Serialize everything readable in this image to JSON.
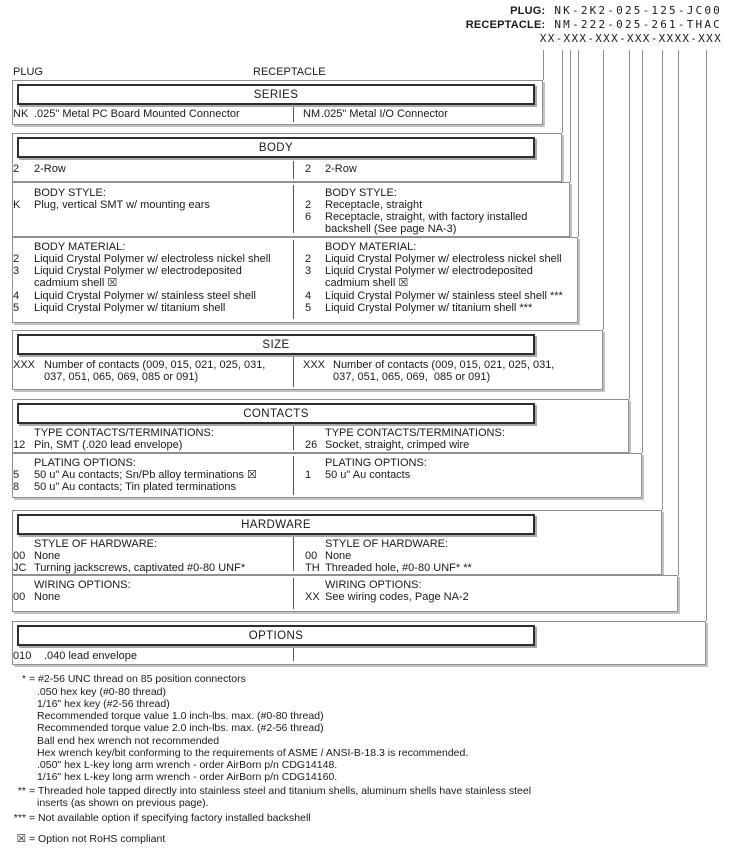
{
  "pn_header": {
    "plug_label": "PLUG:",
    "plug_value": "NK-2K2-025-125-JC00",
    "receptacle_label": "RECEPTACLE:",
    "receptacle_value": "NM-222-025-261-THAC",
    "mask": "XX-XXX-XXX-XXX-XXXX-XXX"
  },
  "column_labels": {
    "left": "PLUG",
    "right": "RECEPTACLE"
  },
  "sections": {
    "series": {
      "title": "SERIES",
      "left": [
        {
          "code": "NK",
          "desc": ".025\" Metal PC Board Mounted Connector"
        }
      ],
      "right": [
        {
          "code": "NM",
          "desc": ".025\" Metal I/O Connector"
        }
      ]
    },
    "body": {
      "title": "BODY",
      "left": [
        {
          "code": "2",
          "desc": "2-Row"
        }
      ],
      "right": [
        {
          "code": "2",
          "desc": "2-Row"
        }
      ]
    },
    "body_style": {
      "subtitle": "BODY STYLE:",
      "left": [
        {
          "code": "K",
          "desc": "Plug, vertical SMT w/ mounting ears"
        }
      ],
      "right": [
        {
          "code": "2",
          "desc": "Receptacle, straight"
        },
        {
          "code": "6",
          "desc": "Receptacle, straight, with factory installed\nbackshell (See page NA-3)"
        }
      ]
    },
    "body_material": {
      "subtitle": "BODY MATERIAL:",
      "left": [
        {
          "code": "2",
          "desc": "Liquid Crystal Polymer w/ electroless nickel shell"
        },
        {
          "code": "3",
          "desc": "Liquid Crystal Polymer w/ electrodeposited\ncadmium shell ☒"
        },
        {
          "code": "4",
          "desc": "Liquid Crystal Polymer w/ stainless steel shell"
        },
        {
          "code": "5",
          "desc": "Liquid Crystal Polymer w/ titanium shell"
        }
      ],
      "right": [
        {
          "code": "2",
          "desc": "Liquid Crystal Polymer w/ electroless nickel shell"
        },
        {
          "code": "3",
          "desc": "Liquid Crystal Polymer w/ electrodeposited\ncadmium shell ☒"
        },
        {
          "code": "4",
          "desc": "Liquid Crystal Polymer w/ stainless steel shell ***"
        },
        {
          "code": "5",
          "desc": "Liquid Crystal Polymer w/ titanium shell ***"
        }
      ]
    },
    "size": {
      "title": "SIZE",
      "left": [
        {
          "code": "XXX",
          "desc": "Number of contacts (009, 015, 021, 025, 031,\n037, 051, 065, 069, 085 or 091)"
        }
      ],
      "right": [
        {
          "code": "XXX",
          "desc": "Number of contacts (009, 015, 021, 025, 031,\n037, 051, 065, 069,  085 or 091)"
        }
      ]
    },
    "contacts_type": {
      "title": "CONTACTS",
      "subtitle": "TYPE CONTACTS/TERMINATIONS:",
      "left": [
        {
          "code": "12",
          "desc": "Pin, SMT (.020 lead envelope)"
        }
      ],
      "right": [
        {
          "code": "26",
          "desc": "Socket, straight, crimped wire"
        }
      ]
    },
    "plating": {
      "subtitle": "PLATING OPTIONS:",
      "left": [
        {
          "code": "5",
          "desc": "50 u\" Au contacts; Sn/Pb alloy terminations ☒"
        },
        {
          "code": "8",
          "desc": "50 u\" Au contacts; Tin plated terminations"
        }
      ],
      "right": [
        {
          "code": "1",
          "desc": "50 u\" Au contacts"
        }
      ]
    },
    "hardware_style": {
      "title": "HARDWARE",
      "subtitle": "STYLE OF HARDWARE:",
      "left": [
        {
          "code": "00",
          "desc": "None"
        },
        {
          "code": "JC",
          "desc": "Turning jackscrews, captivated #0-80 UNF*"
        }
      ],
      "right": [
        {
          "code": "00",
          "desc": "None"
        },
        {
          "code": "TH",
          "desc": "Threaded hole, #0-80 UNF* **"
        }
      ]
    },
    "wiring": {
      "subtitle": "WIRING OPTIONS:",
      "left": [
        {
          "code": "00",
          "desc": "None"
        }
      ],
      "right": [
        {
          "code": "XX",
          "desc": "See wiring codes, Page NA-2"
        }
      ]
    },
    "options": {
      "title": "OPTIONS",
      "left": [
        {
          "code": "010",
          "desc": ".040 lead envelope"
        }
      ],
      "right": []
    }
  },
  "footnotes": [
    {
      "marker": "*",
      "text": "= #2-56 UNC thread on 85 position connectors"
    },
    {
      "marker": "",
      "text": ".050 hex key (#0-80 thread)"
    },
    {
      "marker": "",
      "text": "1/16\" hex key (#2-56 thread)"
    },
    {
      "marker": "",
      "text": "Recommended torque value 1.0 inch-lbs. max. (#0-80 thread)"
    },
    {
      "marker": "",
      "text": "Recommended torque value 2.0 inch-lbs. max. (#2-56 thread)"
    },
    {
      "marker": "",
      "text": "Ball end hex wrench not recommended"
    },
    {
      "marker": "",
      "text": "Hex wrench key/bit conforming to the requirements of ASME / ANSI-B-18.3 is recommended."
    },
    {
      "marker": "",
      "text": ".050\" hex L-key long arm wrench - order AirBorn p/n CDG14148."
    },
    {
      "marker": "",
      "text": "1/16\" hex L-key long arm wrench - order AirBorn p/n CDG14160."
    },
    {
      "marker": "**",
      "text": "= Threaded hole tapped directly into stainless steel and titanium shells, aluminum shells have stainless steel"
    },
    {
      "marker": "",
      "text": "inserts (as shown on previous page)."
    },
    {
      "marker": "***",
      "text": "= Not available option if specifying factory installed backshell"
    },
    {
      "marker": "☒",
      "text": "= Option not RoHS compliant"
    }
  ]
}
